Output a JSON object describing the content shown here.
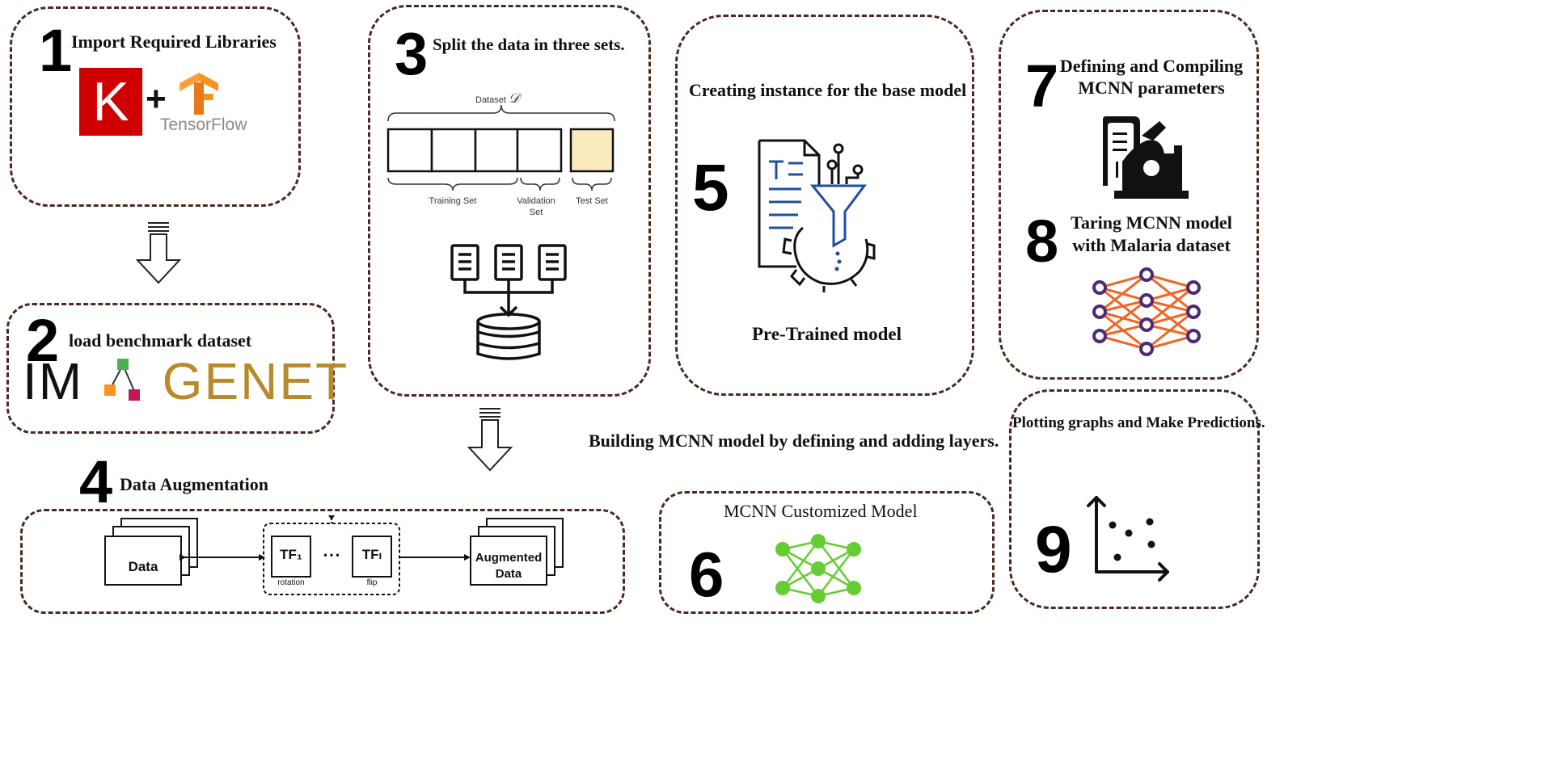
{
  "steps": {
    "s1": {
      "number": "1",
      "title": "Import Required Libraries",
      "plus": "+",
      "tensorflow_label": "TensorFlow",
      "keras_letter": "K"
    },
    "s2": {
      "number": "2",
      "title": "load benchmark dataset",
      "imagenet_left": "IM",
      "imagenet_right": "GENET"
    },
    "s3": {
      "number": "3",
      "title": "Split the data in three sets.",
      "dataset_label": "Dataset",
      "dataset_symbol": "𝒟",
      "training_label": "Training Set",
      "validation_label": "Validation Set",
      "test_label": "Test Set"
    },
    "s4": {
      "number": "4",
      "title": "Data Augmentation",
      "data_label": "Data",
      "tf1_label": "TF₁",
      "tfl_label": "TFₗ",
      "rotation_label": "rotation",
      "flip_label": "flip",
      "dots": "• • •",
      "augmented_label_1": "Augmented",
      "augmented_label_2": "Data"
    },
    "s5": {
      "number": "5",
      "title": "Creating instance for the base model",
      "caption": "Pre-Trained model"
    },
    "s6": {
      "number": "6",
      "title": "MCNN Customized Model",
      "building_text": "Building MCNN model by defining and adding layers."
    },
    "s7": {
      "number": "7",
      "title_line1": "Defining and Compiling",
      "title_line2": "MCNN parameters"
    },
    "s8": {
      "number": "8",
      "title_line1": "Taring MCNN model",
      "title_line2": "with Malaria dataset"
    },
    "s9": {
      "number": "9",
      "title": "Plotting graphs and Make Predictions."
    }
  },
  "colors": {
    "border": "#4a2a20",
    "keras_red": "#d00000",
    "tf_orange": "#f7931e",
    "neural_orange": "#f26522",
    "neural_purple": "#4b2a7b",
    "network_green": "#66cc33",
    "funnel_blue": "#1f4fa0",
    "test_fill": "#fbecc0",
    "imagenet_gold": "#b88a2a"
  },
  "icons": [
    "keras-logo-icon",
    "tensorflow-logo-icon",
    "imagenet-logo",
    "database-icon",
    "pretrained-model-icon",
    "neural-network-icon",
    "machine-settings-icon",
    "training-network-icon",
    "scatter-plot-icon",
    "down-arrow-icon"
  ]
}
